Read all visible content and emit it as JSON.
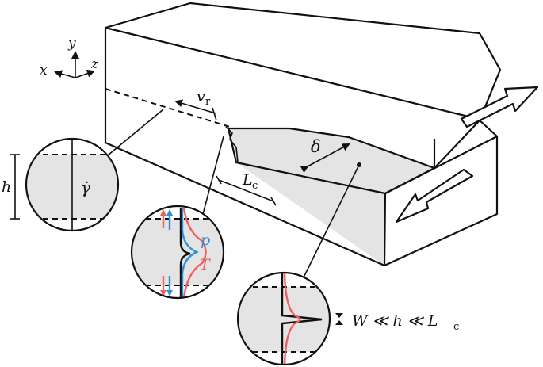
{
  "axes": {
    "x": "x",
    "y": "y",
    "z": "z"
  },
  "labels": {
    "rupture_velocity": "v",
    "rupture_velocity_sub": "r",
    "slip": "δ",
    "cohesive_length": "L",
    "cohesive_length_sub": "c",
    "thickness": "h",
    "strain_rate": "γ̇",
    "pressure": "p",
    "temperature": "T",
    "scale_relation": "W ≪ h ≪ L",
    "scale_relation_sub": "c"
  },
  "colors": {
    "pressure": "#2f8fd8",
    "temperature": "#f0605a",
    "fault_fill": "#e4e4e4",
    "line": "#111111"
  }
}
